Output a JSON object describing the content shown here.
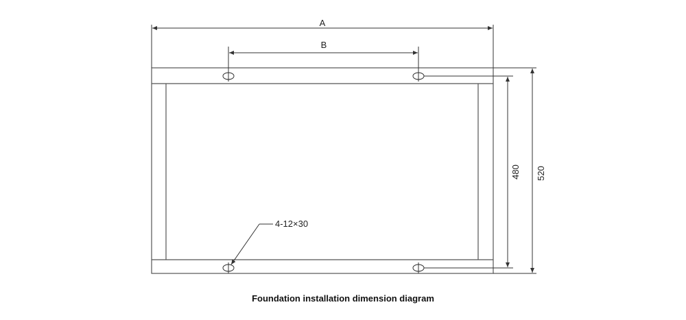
{
  "diagram": {
    "dim_a_label": "A",
    "dim_b_label": "B",
    "dim_inner_label": "480",
    "dim_outer_label": "520",
    "hole_callout": "4-12×30",
    "caption": "Foundation installation dimension diagram"
  },
  "colors": {
    "line": "#333333",
    "frame": "#555555",
    "background": "#ffffff"
  }
}
